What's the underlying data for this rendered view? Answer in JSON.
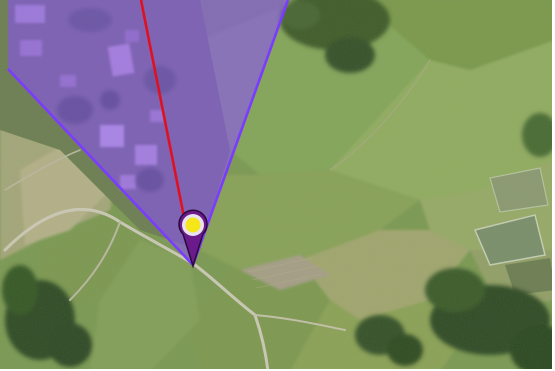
{
  "map": {
    "basemap": "satellite-imagery",
    "colors": {
      "fov_fill": "#8a4dff",
      "fov_edge": "#7b3cff",
      "heading_line": "#e01020",
      "marker_body": "#6b1a8c",
      "marker_dot": "#f4e61a"
    },
    "camera_marker": {
      "icon": "map-pin-icon",
      "view_cone": "field-of-view-cone",
      "heading": "heading-line"
    }
  }
}
